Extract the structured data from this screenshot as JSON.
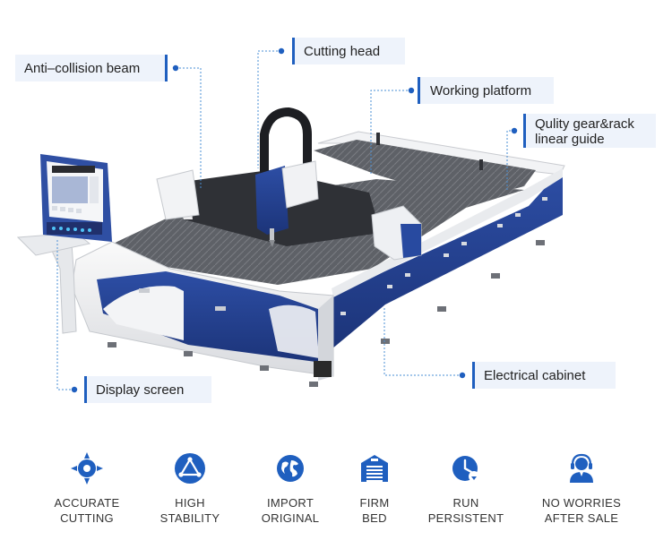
{
  "callouts": {
    "anti_collision": "Anti–collision beam",
    "cutting_head": "Cutting head",
    "working_platform": "Working platform",
    "gear_rack_line1": "Qulity gear&rack",
    "gear_rack_line2": "linear guide",
    "electrical_cabinet": "Electrical cabinet",
    "display_screen": "Display screen"
  },
  "features": [
    {
      "line1": "ACCURATE",
      "line2": "CUTTING",
      "icon": "crosshair-icon"
    },
    {
      "line1": "HIGH",
      "line2": "STABILITY",
      "icon": "triangle-network-icon"
    },
    {
      "line1": "IMPORT",
      "line2": "ORIGINAL",
      "icon": "globe-icon"
    },
    {
      "line1": "FIRM",
      "line2": "BED",
      "icon": "warehouse-icon"
    },
    {
      "line1": "RUN",
      "line2": "PERSISTENT",
      "icon": "clock-arrow-icon"
    },
    {
      "line1": "NO WORRIES",
      "line2": "AFTER SALE",
      "icon": "support-agent-icon"
    }
  ],
  "colors": {
    "accent": "#1f5fbf",
    "machine_blue": "#243f8f",
    "callout_bg": "#eef3fb",
    "dotted_line": "#4a8fd6"
  }
}
